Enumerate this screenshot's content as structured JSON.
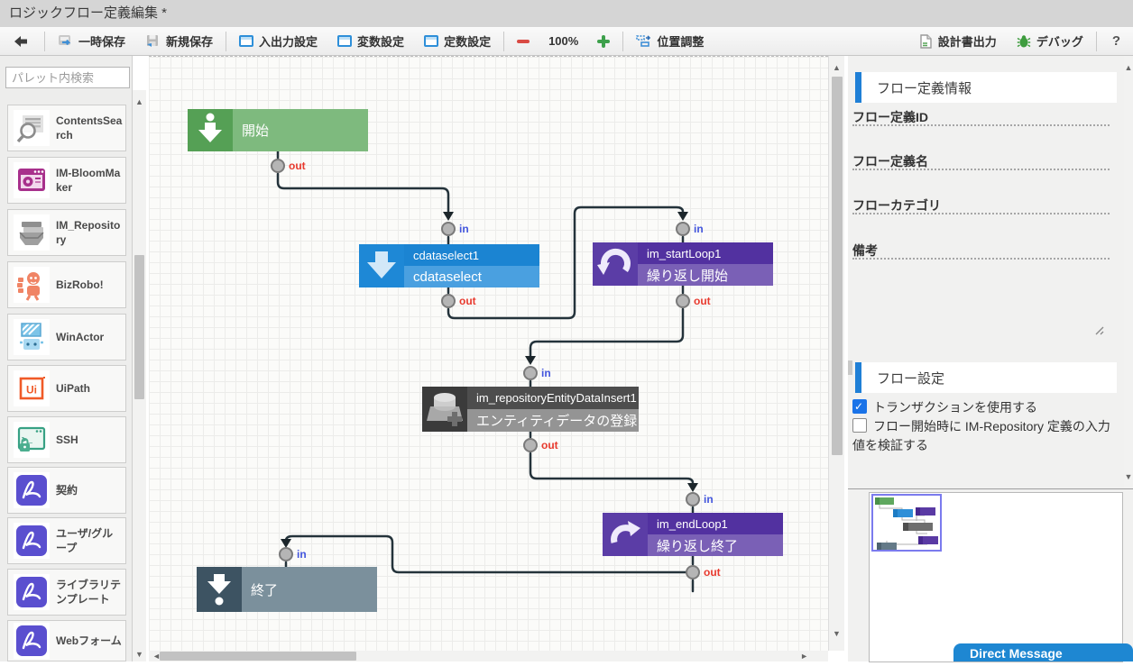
{
  "title": "ロジックフロー定義編集 *",
  "toolbar": {
    "temp_save": "一時保存",
    "new_save": "新規保存",
    "io_settings": "入出力設定",
    "var_settings": "変数設定",
    "const_settings": "定数設定",
    "zoom_level": "100%",
    "align": "位置調整",
    "design_doc": "設計書出力",
    "debug": "デバッグ",
    "help": "?"
  },
  "palette": {
    "search_placeholder": "パレット内検索",
    "items": [
      {
        "label": "ContentsSearch",
        "icon": "contents-search-icon"
      },
      {
        "label": "IM-BloomMaker",
        "icon": "bloommaker-icon"
      },
      {
        "label": "IM_Repository",
        "icon": "repository-icon"
      },
      {
        "label": "BizRobo!",
        "icon": "bizrobo-icon"
      },
      {
        "label": "WinActor",
        "icon": "winactor-icon"
      },
      {
        "label": "UiPath",
        "icon": "uipath-icon"
      },
      {
        "label": "SSH",
        "icon": "ssh-icon"
      },
      {
        "label": "契約",
        "icon": "acrobat-icon"
      },
      {
        "label": "ユーザ/グループ",
        "icon": "acrobat-icon"
      },
      {
        "label": "ライブラリテンプレート",
        "icon": "acrobat-icon"
      },
      {
        "label": "Webフォーム",
        "icon": "acrobat-icon"
      }
    ]
  },
  "canvas": {
    "port_in": "in",
    "port_out": "out",
    "nodes": [
      {
        "title": "開始",
        "type": "start",
        "color": "#7eba7e"
      },
      {
        "line1": "cdataselect1",
        "line2": "cdataselect",
        "color": "#1b84d2"
      },
      {
        "line1": "im_startLoop1",
        "line2": "繰り返し開始",
        "color": "#5231a0"
      },
      {
        "line1": "im_repositoryEntityDataInsert1",
        "line2": "エンティティデータの登録",
        "color": "#4d4d4d"
      },
      {
        "line1": "im_endLoop1",
        "line2": "繰り返し終了",
        "color": "#5231a0"
      },
      {
        "title": "終了",
        "type": "end",
        "color": "#7b909c"
      }
    ]
  },
  "inspector": {
    "info_title": "フロー定義情報",
    "fields": {
      "id": "フロー定義ID",
      "name": "フロー定義名",
      "category": "フローカテゴリ",
      "note": "備考"
    },
    "settings_title": "フロー設定",
    "checkbox1": {
      "label": "トランザクションを使用する",
      "checked": true
    },
    "checkbox2": {
      "label": "フロー開始時に IM-Repository 定義の入力値を検証する",
      "checked": false
    }
  },
  "chat": {
    "label": "Direct Message"
  },
  "colors": {
    "accent_blue": "#1f7fd6",
    "wire": "#24333b",
    "port_in_label": "#4356dd",
    "port_out_label": "#e83a2e"
  }
}
